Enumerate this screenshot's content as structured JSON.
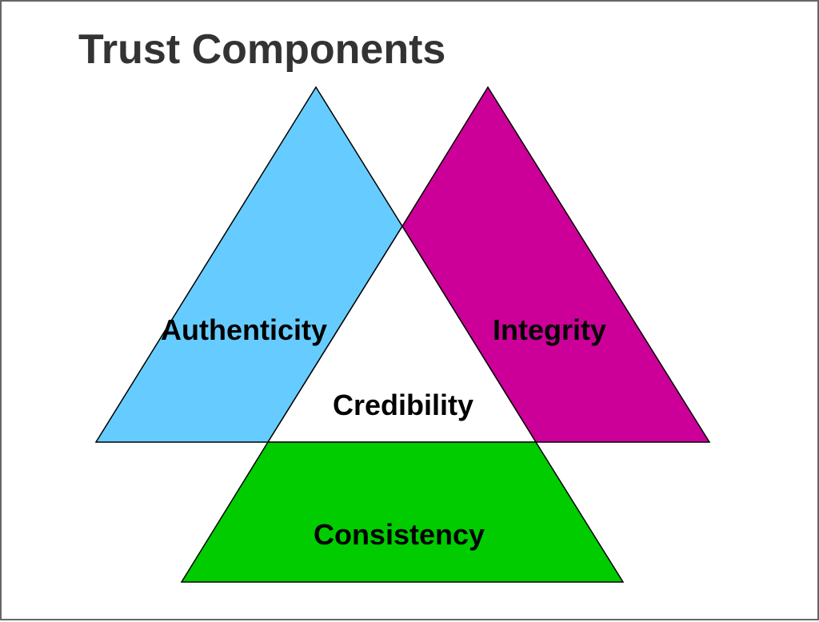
{
  "title": "Trust Components",
  "components": {
    "authenticity": {
      "label": "Authenticity",
      "color": "#66CCFF"
    },
    "integrity": {
      "label": "Integrity",
      "color": "#CC0099"
    },
    "credibility": {
      "label": "Credibility",
      "color": "#FFFFFF"
    },
    "consistency": {
      "label": "Consistency",
      "color": "#00CC00"
    }
  },
  "outline_color": "#000000"
}
